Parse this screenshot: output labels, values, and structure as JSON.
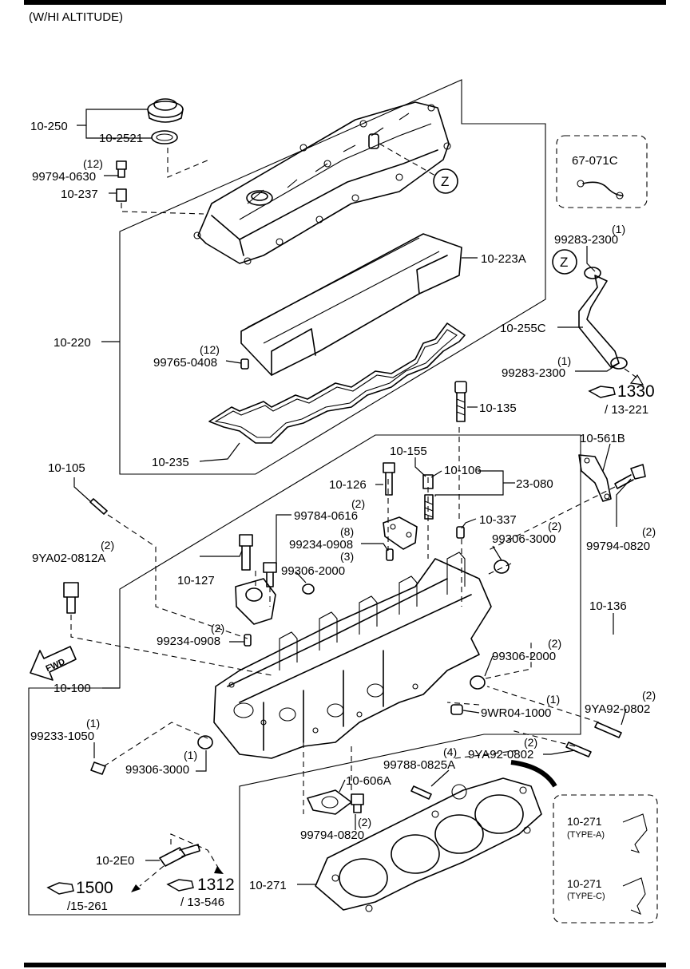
{
  "header": {
    "title": "(W/HI ALTITUDE)"
  },
  "parts": {
    "p10_250": "10-250",
    "p10_2521": "10-2521",
    "p99794_0630_qty": "(12)",
    "p99794_0630": "99794-0630",
    "p10_237": "10-237",
    "z_marker": "Z",
    "p67_071c": "67-071C",
    "p99283_2300_top_qty": "(1)",
    "p99283_2300_top": "99283-2300",
    "p10_223a": "10-223A",
    "p10_220": "10-220",
    "p99765_0408_qty": "(12)",
    "p99765_0408": "99765-0408",
    "p10_255c": "10-255C",
    "p99283_2300_bot_qty": "(1)",
    "p99283_2300_bot": "99283-2300",
    "p10_135": "10-135",
    "p10_235": "10-235",
    "p10_561b": "10-561B",
    "p10_105": "10-105",
    "p10_155": "10-155",
    "p10_106": "10-106",
    "p10_126": "10-126",
    "p23_080": "23-080",
    "p99784_0616_qty": "(2)",
    "p99784_0616": "99784-0616",
    "p10_337": "10-337",
    "p9ya02_0812a_qty": "(2)",
    "p9ya02_0812a": "9YA02-0812A",
    "p99234_0908_top_qty": "(8)",
    "p99234_0908_top": "99234-0908",
    "p99306_3000_top_qty": "(2)",
    "p99306_3000_top": "99306-3000",
    "p99794_0820_right_qty": "(2)",
    "p99794_0820_right": "99794-0820",
    "p10_127": "10-127",
    "p99306_2000_top_qty": "(3)",
    "p99306_2000_top": "99306-2000",
    "p10_136": "10-136",
    "p99234_0908_bot_qty": "(2)",
    "p99234_0908_bot": "99234-0908",
    "p99306_2000_bot_qty": "(2)",
    "p99306_2000_bot": "99306-2000",
    "p10_100": "10-100",
    "p9wr04_1000_qty": "(1)",
    "p9wr04_1000": "9WR04-1000",
    "p9ya92_0802_right_qty": "(2)",
    "p9ya92_0802_right": "9YA92-0802",
    "p99233_1050_qty": "(1)",
    "p99233_1050": "99233-1050",
    "p9ya92_0802_mid_qty": "(2)",
    "p9ya92_0802_mid": "9YA92-0802",
    "p99306_3000_bot_qty": "(1)",
    "p99306_3000_bot": "99306-3000",
    "p99788_0825a_qty": "(4)",
    "p99788_0825a": "99788-0825A",
    "p10_606a": "10-606A",
    "p99794_0820_bot_qty": "(2)",
    "p99794_0820_bot": "99794-0820",
    "p10_2e0": "10-2E0",
    "p10_271": "10-271",
    "fwd": "FWD"
  },
  "references": {
    "ref1330": {
      "num": "1330",
      "sub": "/ 13-221"
    },
    "ref1500": {
      "num": "1500",
      "sub": "/15-261"
    },
    "ref1312": {
      "num": "1312",
      "sub": "/ 13-546"
    }
  },
  "gasket_types": {
    "type_a": {
      "code": "10-271",
      "type": "(TYPE-A)"
    },
    "type_c": {
      "code": "10-271",
      "type": "(TYPE-C)"
    }
  }
}
